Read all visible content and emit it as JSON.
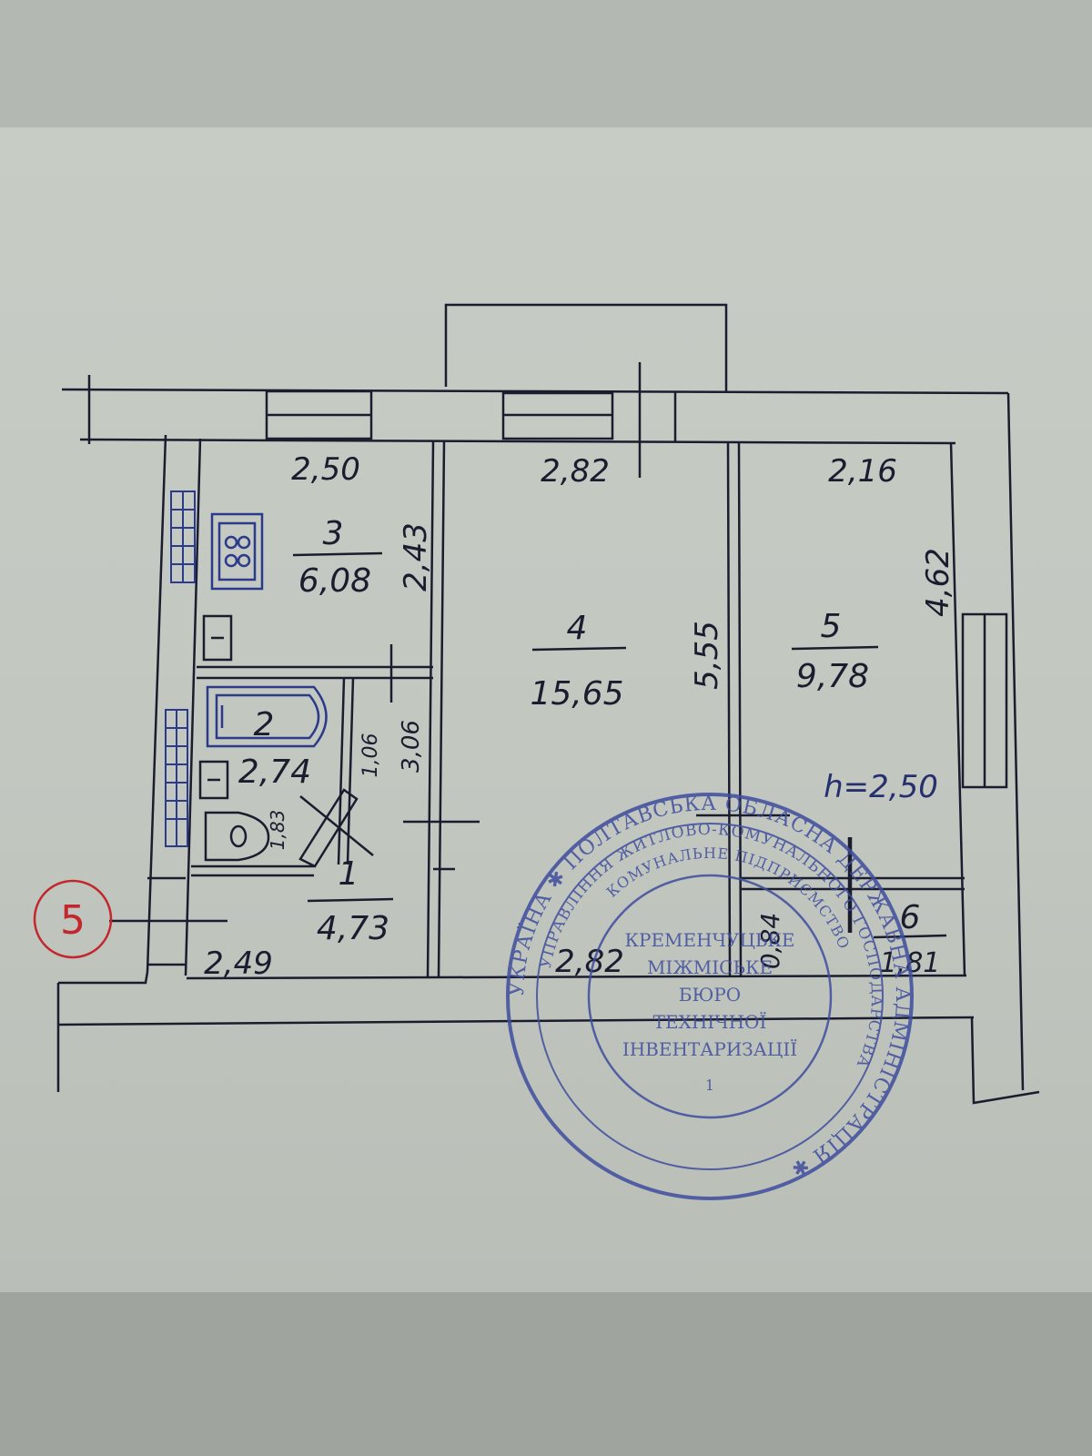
{
  "plan": {
    "apartment_marker": "5",
    "ceiling_height": "h=2,50",
    "rooms": [
      {
        "number": "1",
        "area": "4,73"
      },
      {
        "number": "2",
        "area": "2,74"
      },
      {
        "number": "3",
        "area": "6,08"
      },
      {
        "number": "4",
        "area": "15,65"
      },
      {
        "number": "5",
        "area": "9,78"
      },
      {
        "number": "6",
        "area": "1,81"
      }
    ],
    "dimensions": {
      "room3_width": "2,50",
      "room3_length": "2,43",
      "room4_top_width": "2,82",
      "room4_bottom_width": "2,82",
      "room4_length": "5,55",
      "room5_width": "2,16",
      "room5_length": "4,62",
      "corridor_width": "2,49",
      "wc_width": "1,06",
      "bath_length": "3,06",
      "toilet_length": "1,83",
      "closet_width": "0,84"
    }
  },
  "stamp": {
    "outer_ring": "УКРАЇНА ✱ ПОЛТАВСЬКА ОБЛАСНА ДЕРЖАВНА АДМІНІСТРАЦІЯ ✱",
    "middle_ring": "УПРАВЛІННЯ ЖИТЛОВО-КОМУНАЛЬНОГО ГОСПОДАРСТВА",
    "inner_ring": "КОМУНАЛЬНЕ ПІДПРИЄМСТВО",
    "center_lines": [
      "КРЕМЕНЧУЦЬКЕ",
      "МІЖМІСЬКЕ",
      "БЮРО",
      "ТЕХНІЧНОЇ",
      "ІНВЕНТАРИЗАЦІЇ"
    ],
    "center_number": "1"
  },
  "colors": {
    "ink": "#1a1d2e",
    "stamp_blue": "#3f4d9e",
    "marker_red": "#c2272d"
  }
}
